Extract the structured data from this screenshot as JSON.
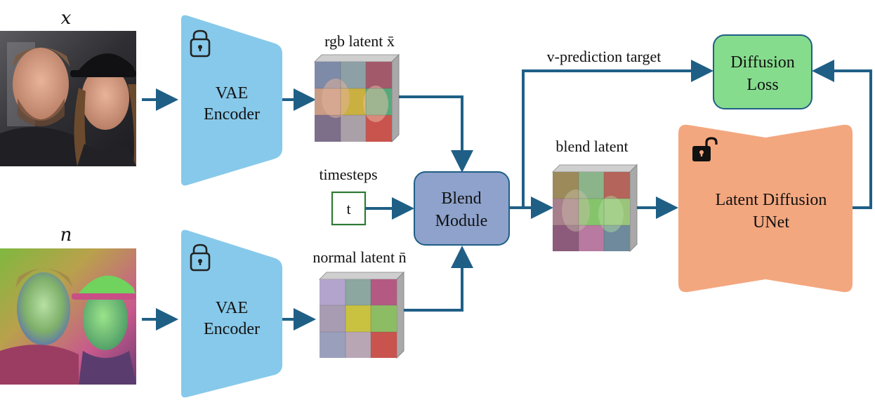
{
  "inputs": {
    "rgb_symbol": "x",
    "normal_symbol": "n"
  },
  "encoders": {
    "top_label_line1": "VAE",
    "top_label_line2": "Encoder",
    "bottom_label_line1": "VAE",
    "bottom_label_line2": "Encoder"
  },
  "latents": {
    "rgb_label": "rgb latent x̄",
    "normal_label": "normal latent n̄",
    "blend_label": "blend latent"
  },
  "timesteps": {
    "label": "timesteps",
    "box_text": "t"
  },
  "blend_module": {
    "line1": "Blend",
    "line2": "Module"
  },
  "target": {
    "label": "v-prediction target"
  },
  "loss": {
    "line1": "Diffusion",
    "line2": "Loss"
  },
  "unet": {
    "line1": "Latent Diffusion",
    "line2": "UNet"
  },
  "colors": {
    "arrow": "#1f5f86",
    "encoder": "#87c9ea",
    "blend_module": "#8ea2cc",
    "loss": "#86dc8d",
    "unet": "#f3a77f",
    "timestep_border": "#2f7a35"
  }
}
